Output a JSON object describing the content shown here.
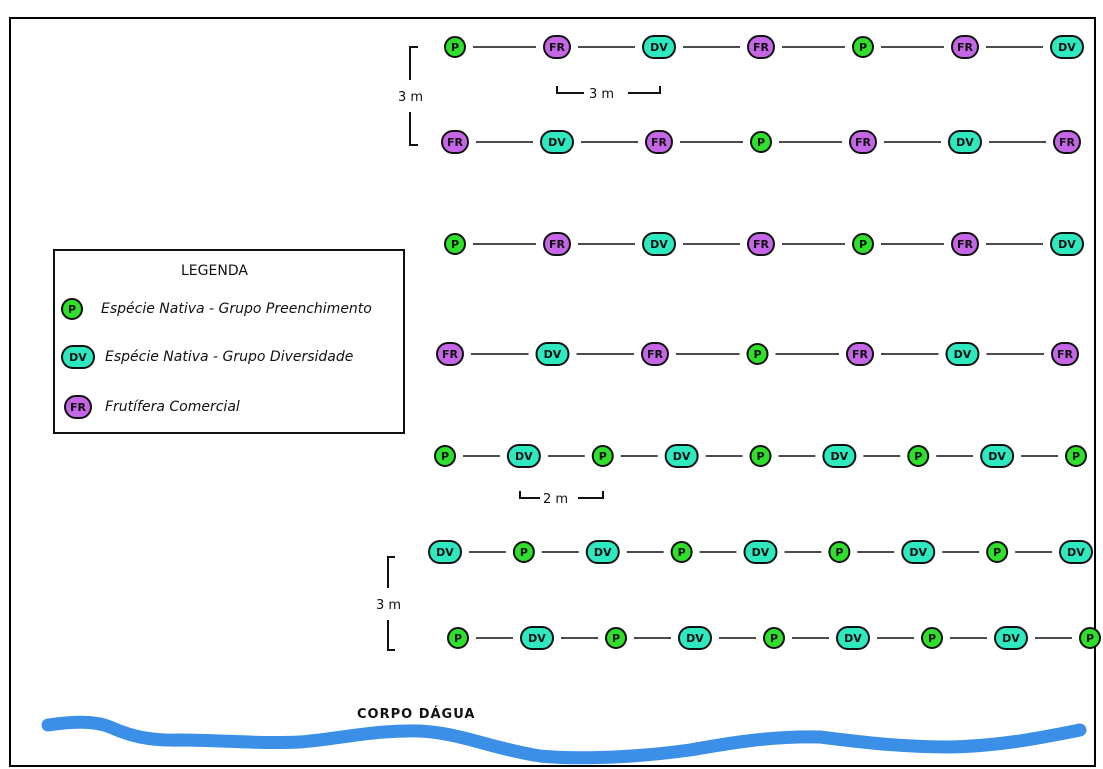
{
  "colors": {
    "P": "#2ee02a",
    "DV": "#2ee8c0",
    "FR": "#c466e6",
    "water": "#3b8fe6",
    "stroke": "#111111"
  },
  "legend": {
    "title": "LEGENDA",
    "items": [
      {
        "code": "P",
        "symbol": "P",
        "label": "Espécie Nativa - Grupo Preenchimento"
      },
      {
        "code": "DV",
        "symbol": "DV",
        "label": "Espécie Nativa - Grupo Diversidade"
      },
      {
        "code": "FR",
        "symbol": "FR",
        "label": "Frutífera Comercial"
      }
    ]
  },
  "rows": [
    [
      "P",
      "FR",
      "DV",
      "FR",
      "P",
      "FR",
      "DV"
    ],
    [
      "FR",
      "DV",
      "FR",
      "P",
      "FR",
      "DV",
      "FR"
    ],
    [
      "P",
      "FR",
      "DV",
      "FR",
      "P",
      "FR",
      "DV"
    ],
    [
      "FR",
      "DV",
      "FR",
      "P",
      "FR",
      "DV",
      "FR"
    ],
    [
      "P",
      "DV",
      "P",
      "DV",
      "P",
      "DV",
      "P",
      "DV",
      "P"
    ],
    [
      "DV",
      "P",
      "DV",
      "P",
      "DV",
      "P",
      "DV",
      "P",
      "DV"
    ],
    [
      "P",
      "DV",
      "P",
      "DV",
      "P",
      "DV",
      "P",
      "DV",
      "P"
    ]
  ],
  "dimensions": {
    "row_spacing_top": "3 m",
    "plant_spacing_top": "3 m",
    "plant_spacing_bottom": "2 m",
    "row_spacing_bottom": "3 m"
  },
  "water_label": "CORPO DÁGUA"
}
